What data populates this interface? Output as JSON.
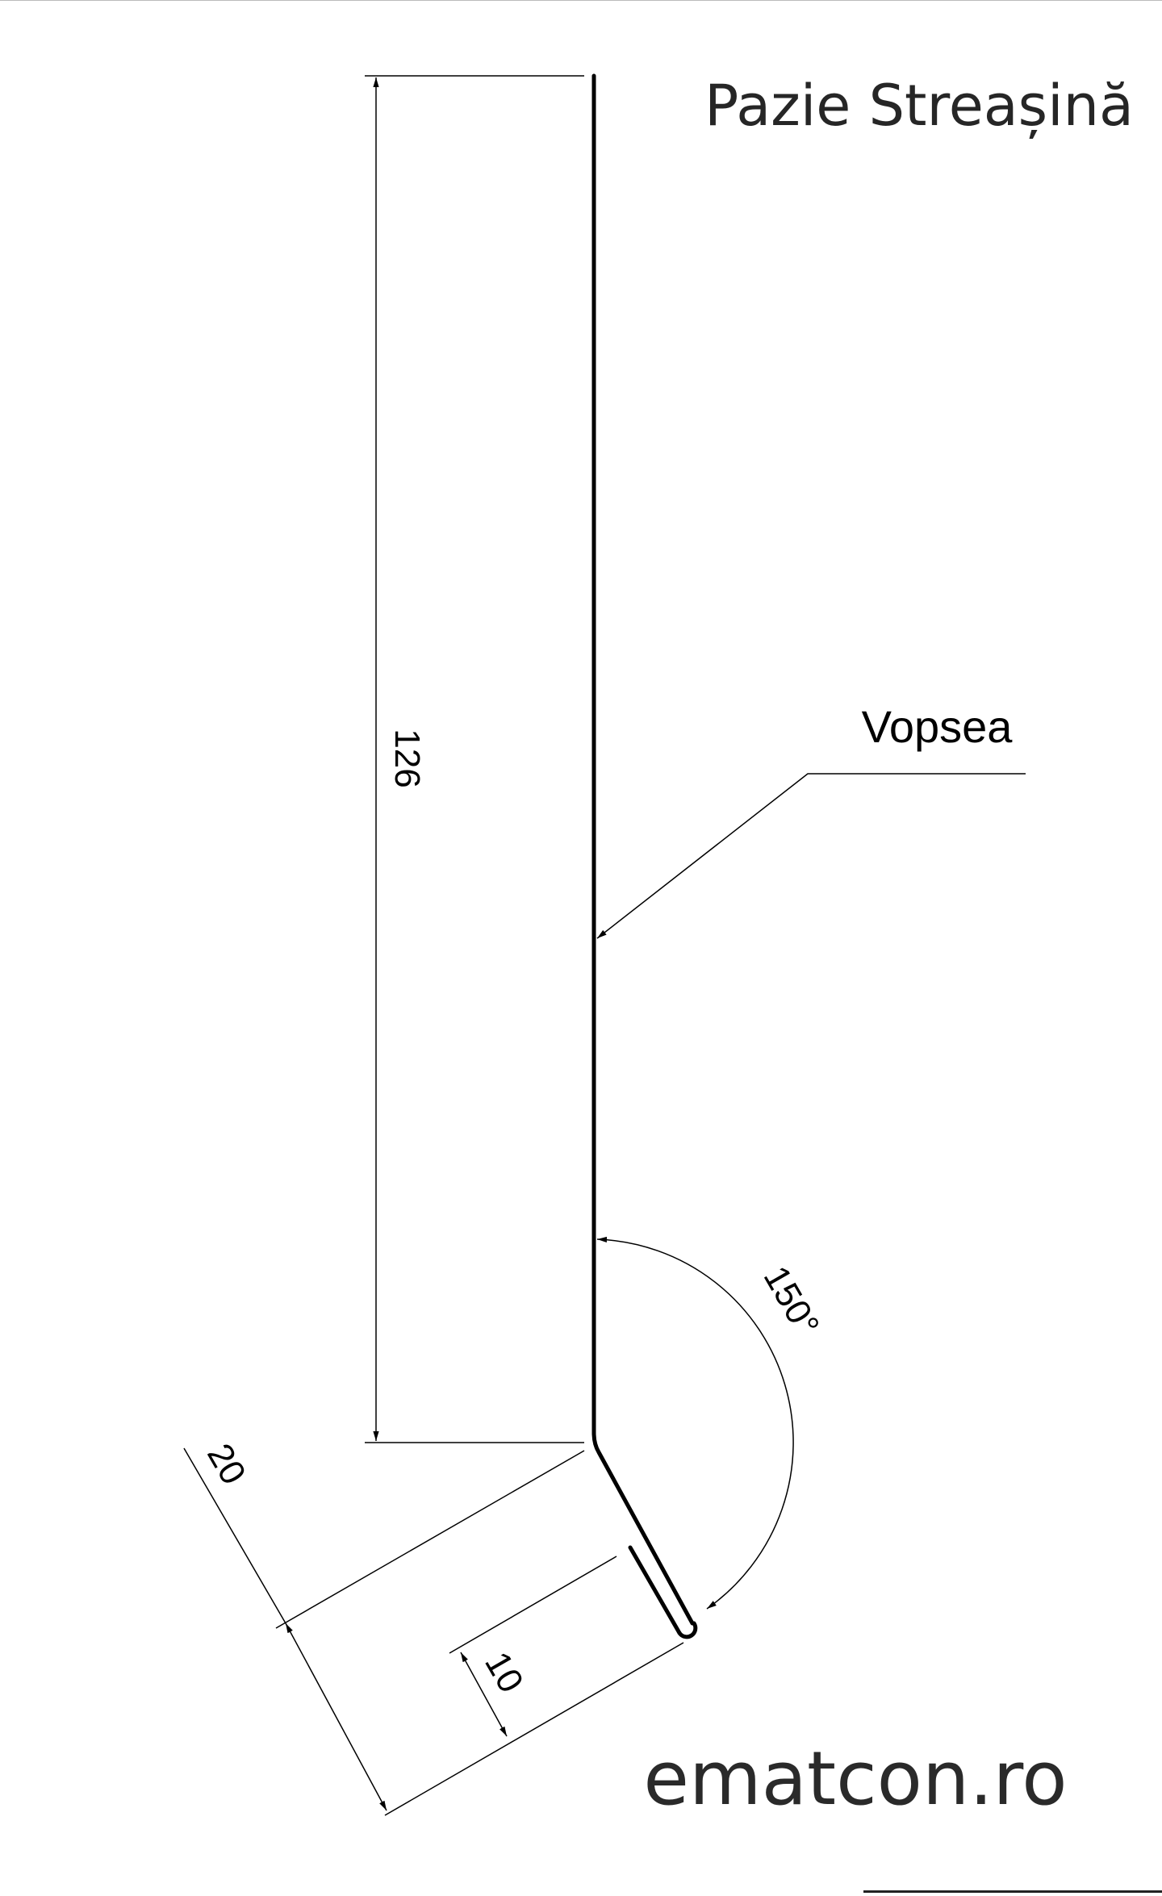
{
  "title": "Pazie Streașină",
  "brand": "ematcon.ro",
  "annotations": {
    "coating": "Vopsea"
  },
  "dimensions": {
    "height": "126",
    "angle": "150°",
    "flange": "20",
    "hem": "10"
  },
  "colors": {
    "line": "#000000",
    "text": "#262626"
  }
}
